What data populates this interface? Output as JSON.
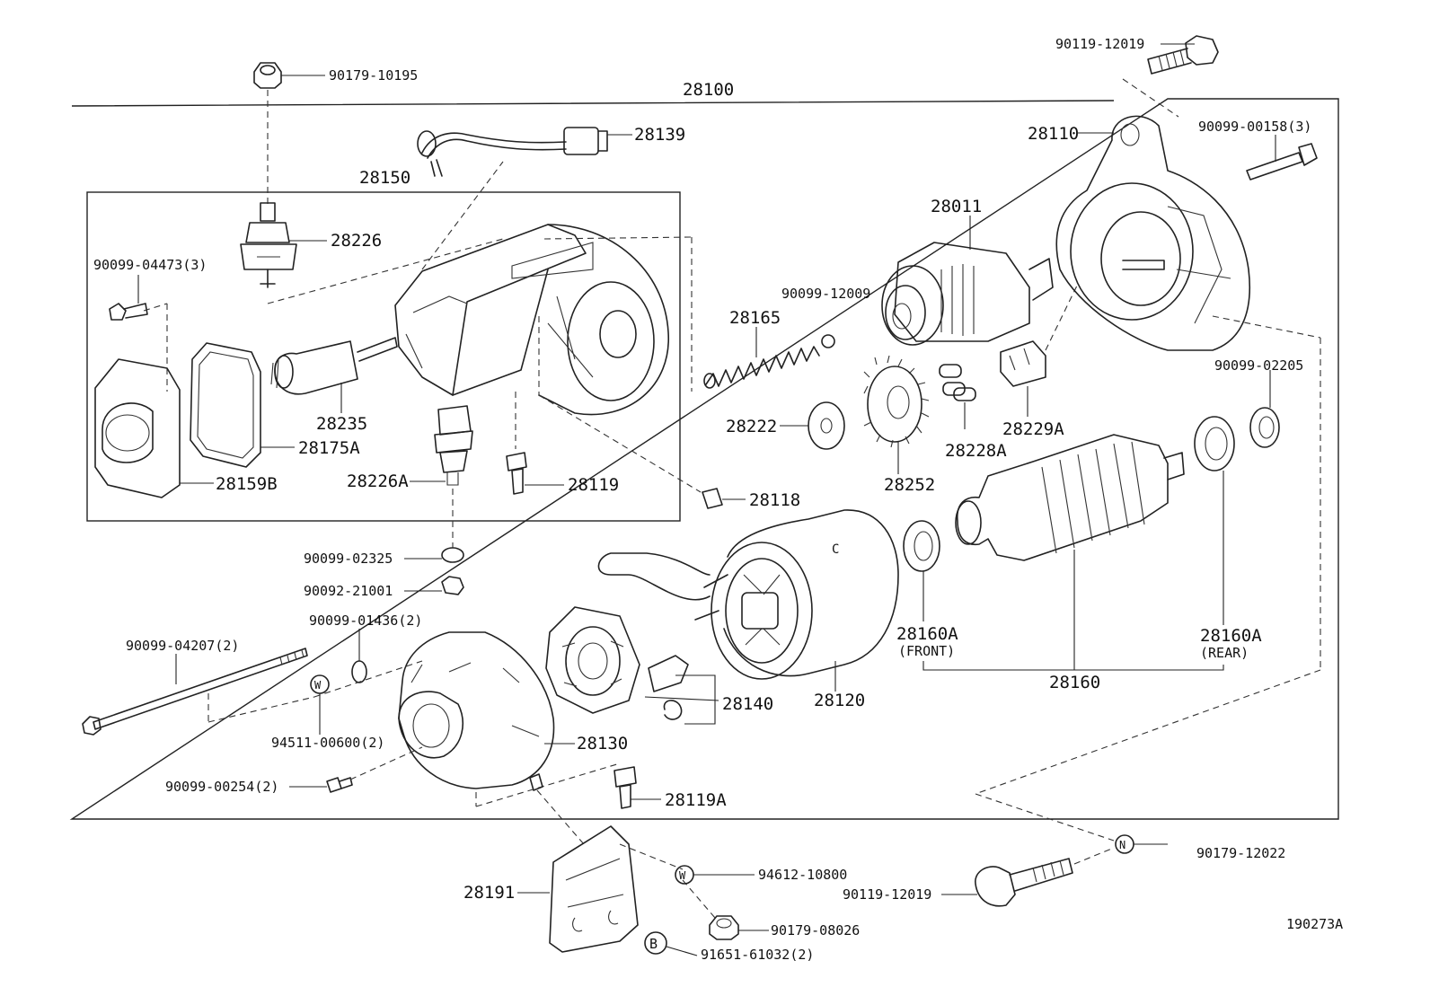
{
  "labels": {
    "p90179_10195": "90179-10195",
    "p28100": "28100",
    "p90119_12019_top": "90119-12019",
    "p28139": "28139",
    "p28150": "28150",
    "p28226": "28226",
    "p90099_04473": "90099-04473(3)",
    "p28235": "28235",
    "p28175A": "28175A",
    "p28159B": "28159B",
    "p28226A": "28226A",
    "p28119": "28119",
    "p28110": "28110",
    "p90099_00158": "90099-00158(3)",
    "p28011": "28011",
    "p90099_12009": "90099-12009",
    "p28165": "28165",
    "p28222": "28222",
    "p28252": "28252",
    "p28228A": "28228A",
    "p28229A": "28229A",
    "p90099_02205": "90099-02205",
    "p28118": "28118",
    "p90099_02325": "90099-02325",
    "p90092_21001": "90092-21001",
    "p90099_01436": "90099-01436(2)",
    "p90099_04207": "90099-04207(2)",
    "p94511_00600": "94511-00600(2)",
    "p28140": "28140",
    "p28120": "28120",
    "p28160A_front": "28160A",
    "front": "(FRONT)",
    "p28160A_rear": "28160A",
    "rear": "(REAR)",
    "p28160": "28160",
    "p28130": "28130",
    "p90099_00254": "90099-00254(2)",
    "p28119A": "28119A",
    "p90179_12022": "90179-12022",
    "p90119_12019_bot": "90119-12019",
    "p28191": "28191",
    "p94612_10800": "94612-10800",
    "p90179_08026": "90179-08026",
    "p91651_61032": "91651-61032(2)",
    "ref": "190273A",
    "sym_w1": "W",
    "sym_w2": "W",
    "sym_n": "N",
    "sym_b": "B",
    "sym_c": "C"
  }
}
